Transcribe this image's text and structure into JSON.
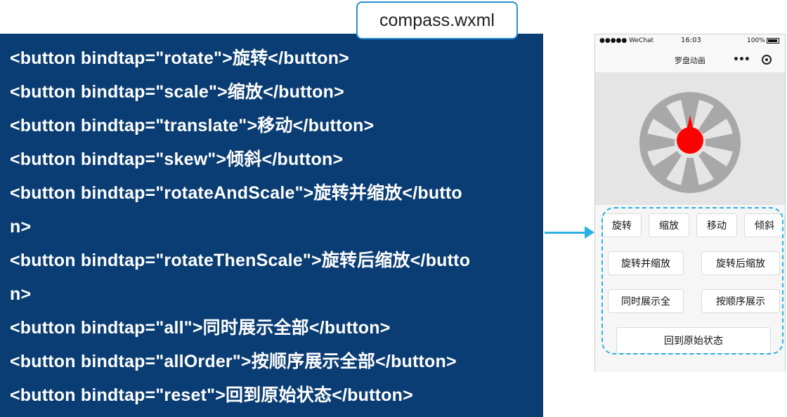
{
  "file_tab": {
    "filename": "compass.wxml"
  },
  "code_lines": [
    "<button bindtap=\"rotate\">旋转</button>",
    "<button bindtap=\"scale\">缩放</button>",
    "<button bindtap=\"translate\">移动</button>",
    "<button bindtap=\"skew\">倾斜</button>",
    "<button bindtap=\"rotateAndScale\">旋转并缩放</butto",
    "n>",
    "<button bindtap=\"rotateThenScale\">旋转后缩放</butto",
    "n>",
    "<button bindtap=\"all\">同时展示全部</button>",
    "<button bindtap=\"allOrder\">按顺序展示全部</button>",
    "<button bindtap=\"reset\">回到原始状态</button>"
  ],
  "phone": {
    "status_bar": {
      "signal": "●●●●● WeChat",
      "time": "16:03",
      "battery": "100%"
    },
    "nav_title": "罗盘动画",
    "more_icon": "•••",
    "buttons": {
      "rotate": "旋转",
      "scale": "缩放",
      "translate": "移动",
      "skew": "倾斜",
      "rotate_and_scale": "旋转并缩放",
      "rotate_then_scale": "旋转后缩放",
      "all": "同时展示全",
      "all_order": "按顺序展示",
      "reset": "回到原始状态"
    }
  },
  "colors": {
    "code_panel_bg": "#0a3d73",
    "accent_blue": "#2bb0e4",
    "compass_gray": "#a8a8a8",
    "compass_red": "#ff0000"
  }
}
